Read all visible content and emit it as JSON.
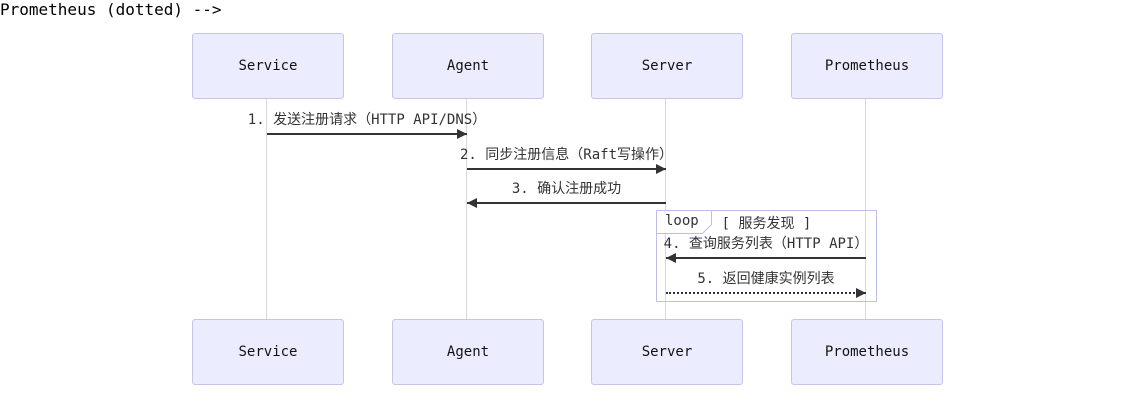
{
  "colors": {
    "actor_fill": "#ECECFF",
    "actor_border": "#C5C5EC",
    "actor_text": "#131313",
    "lifeline": "#D9D9D9",
    "arrow": "#333333",
    "msg_text": "#333333",
    "loop_border": "#BEBEEB"
  },
  "actors": [
    {
      "name": "Service"
    },
    {
      "name": "Agent"
    },
    {
      "name": "Server"
    },
    {
      "name": "Prometheus"
    }
  ],
  "messages": [
    {
      "label": "1. 发送注册请求（HTTP API/DNS）",
      "from": "Service",
      "to": "Agent",
      "line": "solid",
      "direction": "right"
    },
    {
      "label": "2. 同步注册信息（Raft写操作）",
      "from": "Agent",
      "to": "Server",
      "line": "solid",
      "direction": "right"
    },
    {
      "label": "3. 确认注册成功",
      "from": "Server",
      "to": "Agent",
      "line": "solid",
      "direction": "left"
    },
    {
      "label": "4. 查询服务列表（HTTP API）",
      "from": "Prometheus",
      "to": "Server",
      "line": "solid",
      "direction": "left"
    },
    {
      "label": "5. 返回健康实例列表",
      "from": "Server",
      "to": "Prometheus",
      "line": "dotted",
      "direction": "right"
    }
  ],
  "loop": {
    "keyword": "loop",
    "title": "[ 服务发现 ]"
  }
}
